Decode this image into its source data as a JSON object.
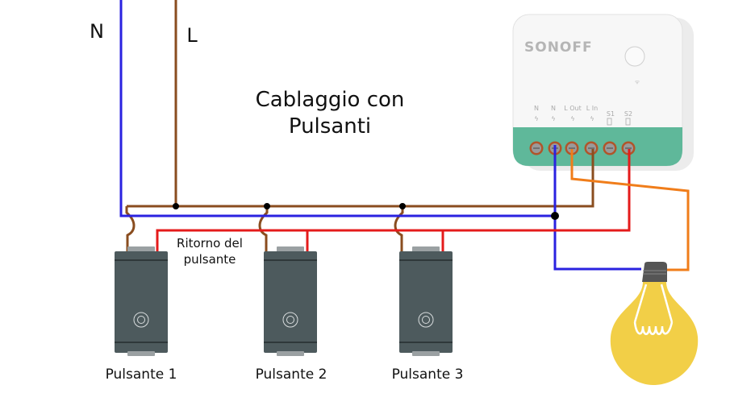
{
  "title": {
    "line1": "Cablaggio con",
    "line2": "Pulsanti"
  },
  "supply": {
    "neutral_label": "N",
    "live_label": "L"
  },
  "return_label": {
    "line1": "Ritorno del",
    "line2": "pulsante"
  },
  "buttons": [
    {
      "label": "Pulsante 1"
    },
    {
      "label": "Pulsante 2"
    },
    {
      "label": "Pulsante 3"
    }
  ],
  "relay": {
    "brand": "SONOFF",
    "terminals": [
      "N",
      "N",
      "L Out",
      "L In",
      "S1",
      "S2"
    ]
  },
  "wire_colors": {
    "neutral": "#2a22e0",
    "live": "#8a4d1f",
    "return": "#e41b1b",
    "load": "#f07d1a"
  },
  "colors": {
    "button_body": "#4d5a5d",
    "relay_base": "#5fb89a",
    "bulb": "#f2cf47",
    "bulb_cap": "#555555"
  }
}
